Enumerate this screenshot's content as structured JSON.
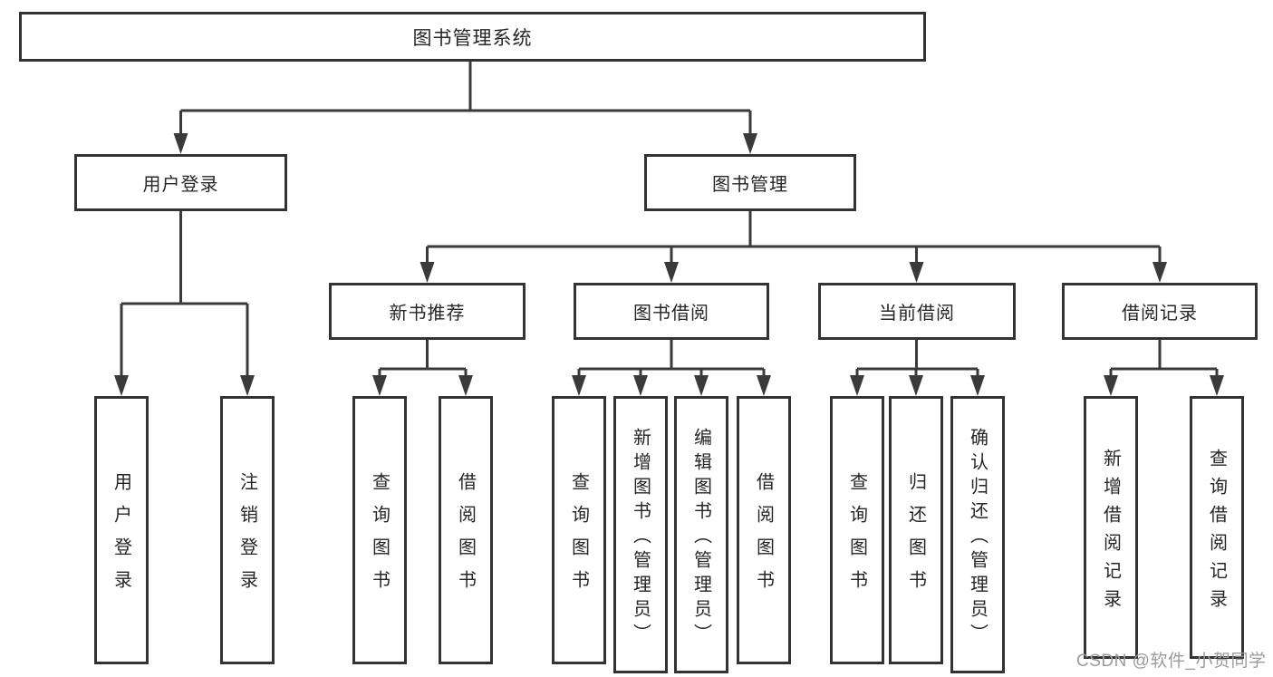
{
  "page": {
    "watermark": "CSDN @软件_小贺同学"
  },
  "colors": {
    "line": "#3a3a3a",
    "box_border": "#333333",
    "box_background": "#ffffff",
    "text": "#262626",
    "watermark": "#9b9b9b"
  },
  "nodes": {
    "root": {
      "label": "图书管理系统"
    },
    "level2": [
      {
        "id": "user-login",
        "label": "用户登录"
      },
      {
        "id": "book-management",
        "label": "图书管理"
      }
    ],
    "level3": [
      {
        "id": "new-book-recommendation",
        "label": "新书推荐"
      },
      {
        "id": "book-borrowing",
        "label": "图书借阅"
      },
      {
        "id": "current-borrowing",
        "label": "当前借阅"
      },
      {
        "id": "borrowing-records",
        "label": "借阅记录"
      }
    ],
    "leaves": [
      {
        "id": "user-login-leaf",
        "label": "用户登录"
      },
      {
        "id": "logout",
        "label": "注销登录"
      },
      {
        "id": "query-books-1",
        "label": "查询图书"
      },
      {
        "id": "borrow-books-1",
        "label": "借阅图书"
      },
      {
        "id": "query-books-2",
        "label": "查询图书"
      },
      {
        "id": "add-book-admin",
        "label": "新增图书（管理员）"
      },
      {
        "id": "edit-book-admin",
        "label": "编辑图书（管理员）"
      },
      {
        "id": "borrow-books-2",
        "label": "借阅图书"
      },
      {
        "id": "query-books-3",
        "label": "查询图书"
      },
      {
        "id": "return-book",
        "label": "归还图书"
      },
      {
        "id": "confirm-return-admin",
        "label": "确认归还（管理员）"
      },
      {
        "id": "add-borrow-record",
        "label": "新增借阅记录"
      },
      {
        "id": "query-borrow-record",
        "label": "查询借阅记录"
      }
    ]
  }
}
